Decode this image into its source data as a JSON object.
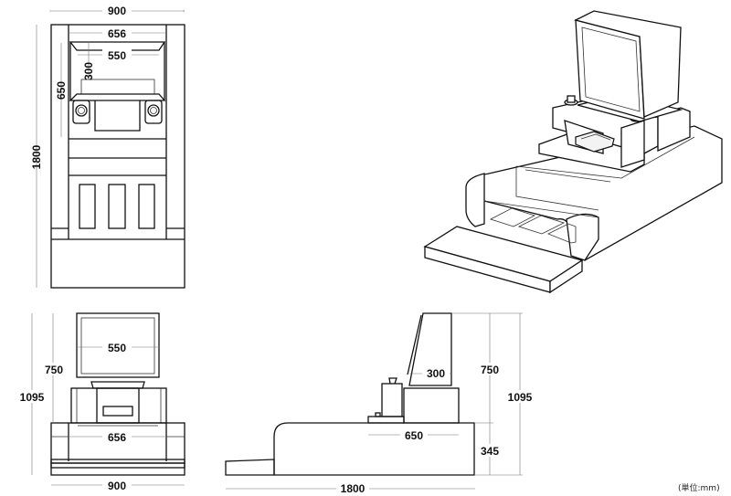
{
  "unit_label": "(単位:mm)",
  "top_view": {
    "width": "900",
    "height": "1800",
    "inner_width": "656",
    "screen_width": "550",
    "screen_height": "300",
    "upper_height": "650"
  },
  "front_view": {
    "width": "900",
    "total_height": "1095",
    "upper_height": "750",
    "screen_width": "550",
    "body_width": "656"
  },
  "side_view": {
    "length": "1800",
    "body_depth": "650",
    "monitor_depth": "300",
    "upper_height": "750",
    "base_height": "345",
    "total_height": "1095"
  }
}
